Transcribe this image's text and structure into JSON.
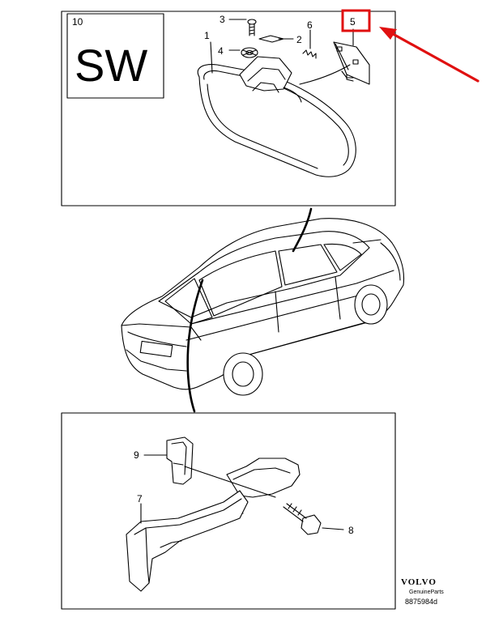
{
  "top_panel": {
    "callouts": [
      "1",
      "2",
      "3",
      "4",
      "5",
      "6"
    ],
    "box_label": "10",
    "box_text": "SW"
  },
  "bottom_panel": {
    "callouts": [
      "7",
      "8",
      "9"
    ]
  },
  "brand": {
    "name": "VOLVO",
    "sub": "GenuineParts",
    "code": "8875984d"
  },
  "annotation": {
    "highlight_color": "#e01010",
    "highlighted_callout": "5"
  }
}
